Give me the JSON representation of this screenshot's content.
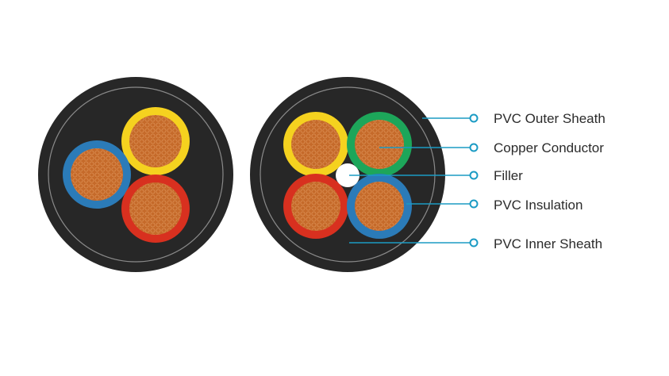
{
  "colors": {
    "sheath": "#272727",
    "sheath_ring": "#8a8a8a",
    "copper": "#c56a2a",
    "copper_wire": "#d98a4e",
    "leader": "#1b9bc4",
    "filler": "#ffffff",
    "yellow": "#f5d21f",
    "green": "#1da65a",
    "red": "#d8301f",
    "blue": "#2b7bb8"
  },
  "labels": [
    {
      "text": "PVC Outer Sheath"
    },
    {
      "text": "Copper Conductor"
    },
    {
      "text": "Filler"
    },
    {
      "text": "PVC Insulation"
    },
    {
      "text": "PVC Inner Sheath"
    }
  ]
}
